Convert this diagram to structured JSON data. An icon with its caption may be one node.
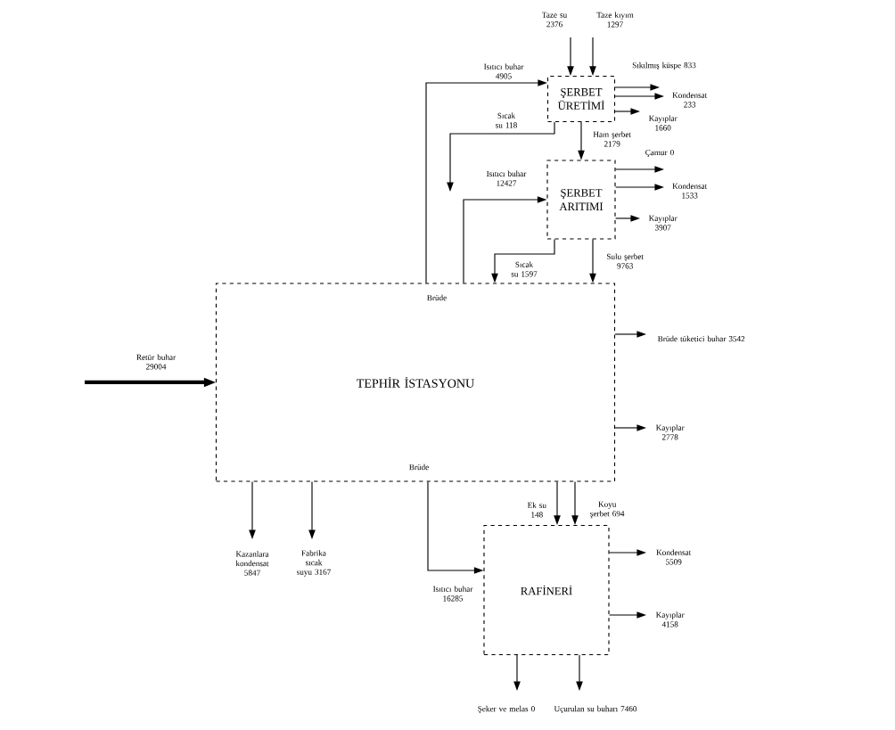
{
  "diagram": {
    "nodes": [
      {
        "text": [
          "ŞERBET ÜRETİMİ"
        ]
      },
      {
        "text": [
          "ŞERBET ARITIMI"
        ]
      },
      {
        "text": [
          "Brüde",
          "TEPHİR İSTASYONU",
          "Brüde"
        ]
      },
      {
        "text": [
          "RAFİNERİ"
        ]
      }
    ],
    "edges": [
      {
        "from": null,
        "to": 0,
        "arrow": "to",
        "label": "Taze su 2376"
      },
      {
        "from": null,
        "to": 0,
        "arrow": "to",
        "label": "Taze kıyım 1297"
      },
      {
        "from": 0,
        "to": null,
        "arrow": "to",
        "label": "Sıkılmış küspe 833"
      },
      {
        "from": 0,
        "to": null,
        "arrow": "to",
        "label": "Kondensat 233"
      },
      {
        "from": 0,
        "to": null,
        "arrow": "to",
        "label": "Kayıplar 1660"
      },
      {
        "from": 2,
        "to": 0,
        "arrow": "to",
        "label": "Isıtıcı buhar 4905"
      },
      {
        "from": 0,
        "to": null,
        "arrow": "to",
        "label": "Sıcak su 118"
      },
      {
        "from": 0,
        "to": 1,
        "arrow": "to",
        "label": "Ham şerbet 2179"
      },
      {
        "from": 2,
        "to": 1,
        "arrow": "to",
        "label": "Isıtıcı buhar 12427"
      },
      {
        "from": 1,
        "to": null,
        "arrow": "to",
        "label": "Çamur 0"
      },
      {
        "from": 1,
        "to": null,
        "arrow": "to",
        "label": "Kondensat 1533"
      },
      {
        "from": 1,
        "to": null,
        "arrow": "to",
        "label": "Kayıplar 3907"
      },
      {
        "from": 1,
        "to": 2,
        "arrow": "to",
        "label": "Sıcak su 1597"
      },
      {
        "from": 1,
        "to": 2,
        "arrow": "to",
        "label": "Sulu şerbet 9763"
      },
      {
        "from": null,
        "to": 2,
        "arrow": "to",
        "label": "Retür buhar 29004",
        "style": "thick"
      },
      {
        "from": 2,
        "to": null,
        "arrow": "to",
        "label": "Brüde tüketici buhar 3542"
      },
      {
        "from": 2,
        "to": null,
        "arrow": "to",
        "label": "Kayıplar 2778"
      },
      {
        "from": 2,
        "to": null,
        "arrow": "to",
        "label": "Kazanlara kondensat 5847"
      },
      {
        "from": 2,
        "to": null,
        "arrow": "to",
        "label": "Fabrika sıcak suyu 3167"
      },
      {
        "from": 2,
        "to": 3,
        "arrow": "to",
        "label": "Isıtıcı buhar 16285"
      },
      {
        "from": 2,
        "to": 3,
        "arrow": "to",
        "label": "Ek su 148"
      },
      {
        "from": 2,
        "to": 3,
        "arrow": "to",
        "label": "Koyu şerbet 694"
      },
      {
        "from": 3,
        "to": null,
        "arrow": "to",
        "label": "Kondensat 5509"
      },
      {
        "from": 3,
        "to": null,
        "arrow": "to",
        "label": "Kayıplar 4158"
      },
      {
        "from": 3,
        "to": null,
        "arrow": "to",
        "label": "Şeker ve melas 0"
      },
      {
        "from": 3,
        "to": null,
        "arrow": "to",
        "label": "Uçurulan su buharı 7460"
      }
    ]
  }
}
